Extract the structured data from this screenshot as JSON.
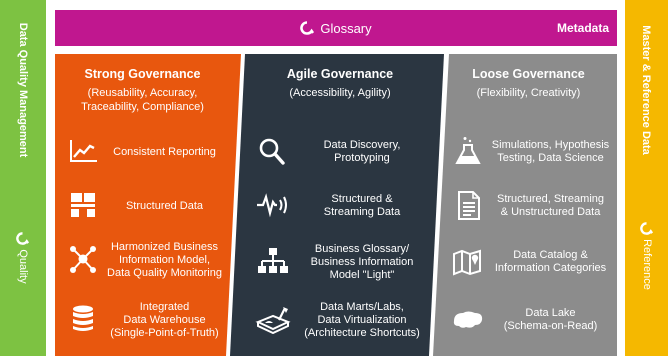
{
  "left_bar": {
    "title": "Data Quality Management",
    "footer": "Quality",
    "color": "#7dc242"
  },
  "right_bar": {
    "title": "Master & Reference Data",
    "footer": "Reference",
    "color": "#f5b800"
  },
  "top_bar": {
    "title": "Glossary",
    "right_label": "Metadata",
    "color": "#c0178f"
  },
  "columns": [
    {
      "title": "Strong Governance",
      "subtitle": "(Reusability, Accuracy,\nTraceability, Compliance)",
      "color": "#e8570e",
      "items": [
        {
          "label": "Consistent Reporting",
          "icon": "line-chart-icon"
        },
        {
          "label": "Structured Data",
          "icon": "structure-blocks-icon"
        },
        {
          "label": "Harmonized Business\nInformation Model,\nData Quality Monitoring",
          "icon": "network-hub-icon"
        },
        {
          "label": "Integrated\nData Warehouse\n(Single-Point-of-Truth)",
          "icon": "database-icon"
        }
      ]
    },
    {
      "title": "Agile Governance",
      "subtitle": "(Accessibility, Agility)",
      "color": "#2b3641",
      "items": [
        {
          "label": "Data Discovery,\nPrototyping",
          "icon": "magnifier-icon"
        },
        {
          "label": "Structured &\nStreaming Data",
          "icon": "waveform-stream-icon"
        },
        {
          "label": "Business Glossary/\nBusiness Information\nModel \"Light\"",
          "icon": "org-chart-icon"
        },
        {
          "label": "Data Marts/Labs,\nData Virtualization\n(Architecture Shortcuts)",
          "icon": "sandbox-icon"
        }
      ]
    },
    {
      "title": "Loose Governance",
      "subtitle": "(Flexibility, Creativity)",
      "color": "#8c8c8c",
      "items": [
        {
          "label": "Simulations, Hypothesis\nTesting, Data Science",
          "icon": "flask-icon"
        },
        {
          "label": "Structured, Streaming\n& Unstructured Data",
          "icon": "document-icon"
        },
        {
          "label": "Data Catalog &\nInformation Categories",
          "icon": "map-icon"
        },
        {
          "label": "Data Lake\n(Schema-on-Read)",
          "icon": "lake-icon"
        }
      ]
    }
  ]
}
